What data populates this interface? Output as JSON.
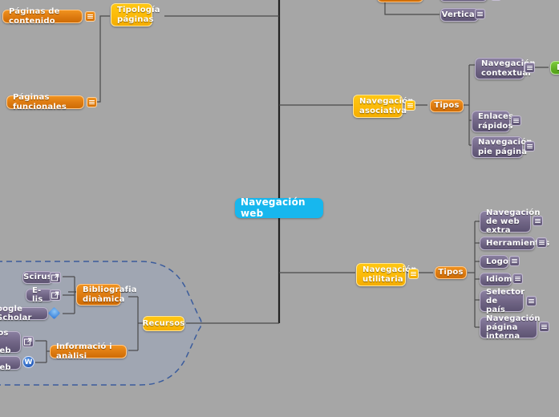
{
  "app": {
    "type": "mind-map",
    "background_color": "#a6a6a6",
    "root_color": "#17b7ee",
    "branch_color": "#fbb908",
    "subtopic_color": "#dd7a10",
    "leaf_color": "#6f6484",
    "green_color": "#5fae22",
    "boundary_color": "#3b5c9c"
  },
  "root": {
    "label": "Navegación web"
  },
  "nodes": {
    "paginas_contenido": "Páginas de contenido",
    "tipologia_paginas": "Tipología\npáginas",
    "paginas_funcionales": "Páginas funcionales",
    "vertical": "Vertical",
    "navegacion_asociativa": "Navegación\nasociativa",
    "tipos_asociativa": "Tipos",
    "navegacion_contextual": "Navegación\ncontextual",
    "enlaces_rapidos": "Enlaces\nrápidos",
    "navegacion_pie_pagina": "Navegación\npie página",
    "green_cut": "D",
    "navegacion_utilitaria": "Navegación\nutilitaria",
    "tipos_utilitaria": "Tipos",
    "navegacion_web_extra": "Navegación\nde web extra",
    "herramientas": "Herramientas",
    "logos": "Logos",
    "idioma": "Idioma",
    "selector_pais": "Selector de\npaís",
    "navegacion_pagina_interna": "Navegación\npágina interna",
    "recursos": "Recursos",
    "bibliografia_dinamica": "Bibliografia\ndinàmica",
    "informacio_analisi": "Informació i anàlisi",
    "scirus": "Scirus",
    "elis": "E-lis",
    "google_scholar": "oogle Scholar",
    "cut_web_1": "dos\nn web",
    "cut_web_2": "n web"
  },
  "icons": {
    "notes_badge": "hamburger-notes-icon",
    "external_link": "external-link-icon",
    "wiki": "wikipedia-icon",
    "marker": "diamond-marker-icon"
  }
}
